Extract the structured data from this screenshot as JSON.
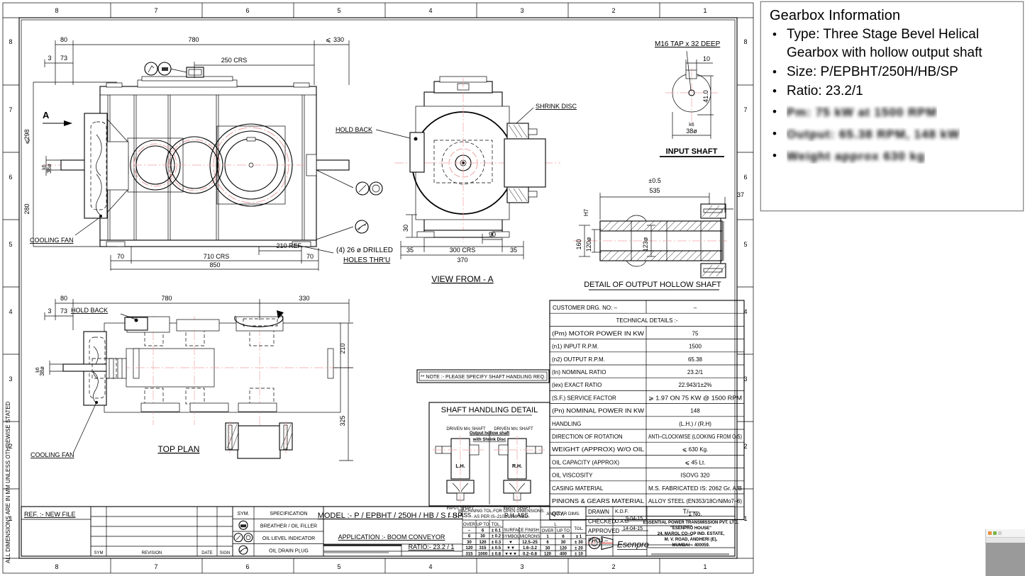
{
  "sheet": {
    "border_top": [
      "8",
      "7",
      "6",
      "5",
      "4",
      "3",
      "2",
      "1"
    ],
    "border_bottom": [
      "8",
      "7",
      "6",
      "5",
      "4",
      "3",
      "2",
      "1"
    ],
    "border_right": [
      "8",
      "7",
      "6",
      "5",
      "4",
      "3",
      "2",
      "1"
    ],
    "border_left": [
      "8",
      "7",
      "6",
      "5",
      "4",
      "3",
      "2",
      "1"
    ],
    "side_note": "ALL DIMENSIONS ARE IN MM UNLESS OTHREWISE STATED",
    "ref_note": "REF. :- NEW FILE"
  },
  "front_view": {
    "dim_80": "80",
    "dim_780": "780",
    "dim_330": "330",
    "dim_330_prefix": "⩽",
    "dim_3": "3",
    "dim_73": "73",
    "dim_250crs": "250  CRS",
    "dim_298": "298",
    "dim_298_prefix": "⩽",
    "dim_280": "280",
    "dim_38d": "38ø",
    "tol_k6": "k6",
    "section_arrow": "A",
    "cooling_fan": "COOLING FAN",
    "dim_70_left": "70",
    "dim_710crs": "710  CRS",
    "dim_70_right": "70",
    "dim_850": "850",
    "dim_210ref": "210  REF.",
    "holes_note_1": "(4)  26  ø  DRILLED",
    "holes_note_2": "HOLES  THR'U"
  },
  "view_a": {
    "title": "VIEW FROM - A",
    "hold_back": "HOLD BACK",
    "shrink_disc": "SHRINK DISC",
    "dim_30": "30",
    "dim_90": "90",
    "dim_35_left": "35",
    "dim_300crs": "300  CRS",
    "dim_35_right": "35",
    "dim_370": "370"
  },
  "input_shaft": {
    "title": "INPUT  SHAFT",
    "tap_note": "M16  TAP  x  32  DEEP",
    "dim_10": "10",
    "dim_41": "41.0",
    "dim_38d": "38ø",
    "tol_k6": "k6"
  },
  "hollow_shaft": {
    "title": "DETAIL  OF  OUTPUT  HOLLOW  SHAFT",
    "tol_05": "±0.5",
    "dim_535": "535",
    "dim_37": "37",
    "dim_160": "160",
    "tol_h7": "H7",
    "dim_120d": "120ø",
    "dim_123d": "123ø"
  },
  "top_plan": {
    "title": "TOP PLAN",
    "dim_80": "80",
    "dim_780": "780",
    "dim_330": "330",
    "dim_3": "3",
    "dim_73": "73",
    "dim_38d": "38ø",
    "tol_k6": "k6",
    "dim_210": "210",
    "dim_325": "325",
    "hold_back": "HOLD BACK",
    "cooling_fan": "COOLING FAN"
  },
  "shaft_handling": {
    "note": "** NOTE :- PLEASE SPECIFY SHAFT HANDLING REQ.",
    "title": "SHAFT HANDLING DETAIL",
    "driven_left": "DRIVEN M/c SHAFT",
    "driven_right": "DRIVEN M/c SHAFT",
    "output_note_1": "Output hollow shaft",
    "output_note_2": "with Shrink Disc",
    "lh_mark": "L.H.",
    "rh_mark": "R.H.",
    "input_left": "INPUT SHAFT",
    "input_right": "INPUT SHAFT",
    "lh_ass": "L.H. ASS.",
    "rh_ass": "R.H. ASS."
  },
  "tech_table": {
    "customer_drg_label": "CUSTOMER DRG. NO: –",
    "customer_drg_value": "–",
    "header": "TECHNICAL DETAILS :-",
    "rows": [
      {
        "label": "(Pm)  MOTOR  POWER  IN  KW",
        "value": "75"
      },
      {
        "label": "(n1)  INPUT  R.P.M.",
        "value": "1500"
      },
      {
        "label": "(n2)  OUTPUT  R.P.M.",
        "value": "65.38"
      },
      {
        "label": "(In)  NOMINAL  RATIO",
        "value": "23.2/1"
      },
      {
        "label": "(iex)  EXACT  RATIO",
        "value": "22.943/1±2%"
      },
      {
        "label": "(S.F.)  SERVICE  FACTOR",
        "value": "⩾ 1.97  ON  75  KW  @  1500  RPM"
      },
      {
        "label": "(Pn)  NOMINAL  POWER  IN  KW",
        "value": "148"
      },
      {
        "label": "HANDLING",
        "value": "(L.H.)  /  (R.H)"
      },
      {
        "label": "DIRECTION  OF  ROTATION",
        "value": "ANTI–CLOCKWISE  (LOOKING FROM O/S)"
      },
      {
        "label": "WEIGHT  (APPROX)  W/O  OIL",
        "value": "⩽ 630  Kg."
      },
      {
        "label": "OIL  CAPACITY  (APPROX)",
        "value": "⩽ 45  Lt."
      },
      {
        "label": "OIL  VISCOSITY",
        "value": "ISOVG  320"
      },
      {
        "label": "CASING  MATERIAL",
        "value": "M.S.  FABRICATED  IS: 2062  Gr.  A/B"
      },
      {
        "label": "PINIONS  &  GEARS  MATERIAL",
        "value": "ALLOY  STEEL  (EN353/18CrNiMo7–6)"
      },
      {
        "label": "QTY.",
        "value": "1  No."
      }
    ]
  },
  "title_block": {
    "revision_headers": [
      "SYM",
      "REVISION",
      "DATE",
      "SIGN"
    ],
    "symbol_header_sym": "SYM.",
    "symbol_header_spec": "SPECIFICATION",
    "symbols": [
      {
        "name": "breather-oil-filler-symbol",
        "label": "BREATHER  /  OIL  FILLER"
      },
      {
        "name": "oil-level-indicator-symbol",
        "label": "OIL  LEVEL  INDICATOR"
      },
      {
        "name": "oil-drain-plug-symbol",
        "label": "OIL  DRAIN  PLUG"
      }
    ],
    "model": "MODEL :-  P / EPBHT / 250H / HB / S / SP",
    "application": "APPLICATION :-  BOOM CONVEYOR",
    "ratio": "RATIO:- 23.2 / 1",
    "machining_title_1": "MACHINING TOL.FOR OPEN DIMENSIONS.",
    "machining_title_2": "AS PER IS–2102/1969 MED.",
    "mach_headers": [
      "OVER",
      "UP TO",
      "TOL."
    ],
    "mach_rows": [
      [
        "–",
        "6",
        "± 0.1"
      ],
      [
        "6",
        "30",
        "± 0.2"
      ],
      [
        "30",
        "120",
        "± 0.3"
      ],
      [
        "120",
        "315",
        "± 0.5"
      ],
      [
        "315",
        "1000",
        "± 0.8"
      ]
    ],
    "surface_finish_header": "SURFACE  FINISH",
    "surface_sub": [
      "SYMBOL",
      "MICRONS"
    ],
    "surface_rows": [
      [
        "▼",
        "12.5–25"
      ],
      [
        "▼▼",
        "1.6–3.2"
      ],
      [
        "▼▼▼",
        "0.2–0.8"
      ]
    ],
    "angular_header": "ANGULAR DIMS.",
    "angular_sub_L": "L",
    "angular_sub": [
      "OVER",
      "UP TO",
      "TOL."
    ],
    "angular_rows": [
      [
        "1",
        "6",
        "± 1"
      ],
      [
        "6",
        "30",
        "± 30"
      ],
      [
        "30",
        "120",
        "± 20"
      ],
      [
        "120",
        "400",
        "± 10"
      ]
    ],
    "drawn_label": "DRAWN",
    "drawn_by": "K.D.F.",
    "drawn_date": "9-04-15",
    "checked_label": "CHECKED",
    "checked_by": "O.A.D.",
    "checked_date": "14-04-15",
    "approved_label": "APPROVED",
    "proj_label": "PROJ.–",
    "oad_label": "O.A.D.",
    "kdf_label": "K.D.F.",
    "tcode": "T/–––",
    "brand": "Esenpro",
    "company_lines": [
      "ESSENTIAL POWER TRANSMISSION PVT. LTD.",
      "\"ESENPRO HOUSE\"",
      "24, MAROL CO–OP IND. ESTATE,",
      "M. V. ROAD, ANDHERI (E),",
      "MUMBAI  –  400059."
    ]
  },
  "info_panel": {
    "title": "Gearbox Information",
    "bullets": [
      "Type: Three Stage Bevel Helical Gearbox with hollow output shaft",
      "Size: P/EPBHT/250H/HB/SP",
      "Ratio: 23.2/1"
    ],
    "redacted": [
      "Pm: 75 kW at 1500 RPM",
      "Output: 65.38 RPM, 148 kW",
      "Weight approx 630 kg"
    ],
    "bullet_glyph": "•"
  }
}
